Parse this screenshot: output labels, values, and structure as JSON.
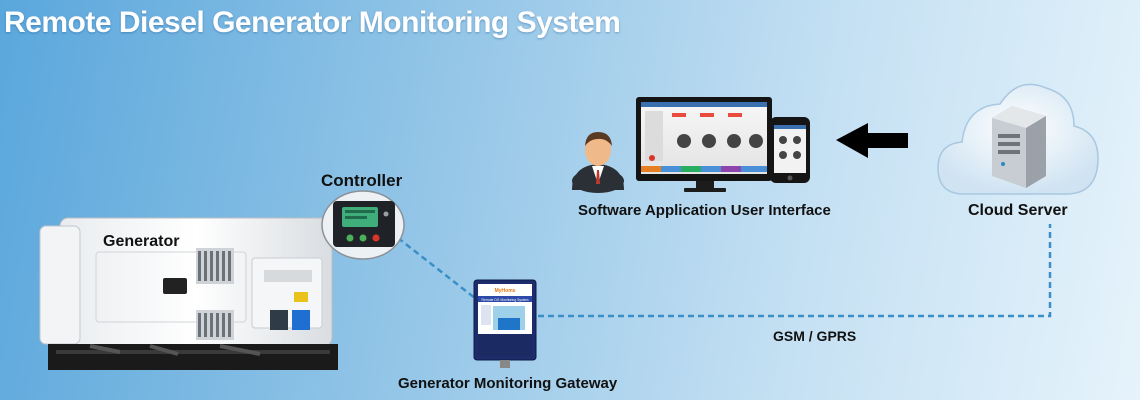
{
  "title": "Remote Diesel Generator Monitoring System",
  "labels": {
    "controller": "Controller",
    "generator": "Generator",
    "software_ui": "Software Application User Interface",
    "cloud_server": "Cloud Server",
    "gsm_gprs": "GSM / GPRS",
    "gateway": "Generator Monitoring Gateway"
  },
  "gateway_device": {
    "brand": "MyHoms",
    "banner": "Remote DG Monitoring System"
  },
  "colors": {
    "link_line": "#3a8fc9",
    "arrow": "#000000",
    "title": "#ffffff"
  },
  "icons": {
    "generator": "diesel-generator-icon",
    "controller": "controller-panel-icon",
    "gateway": "gateway-device-icon",
    "user": "user-avatar-icon",
    "monitor": "desktop-monitor-icon",
    "phone": "smartphone-icon",
    "cloud": "cloud-server-icon",
    "arrow": "arrow-left-icon"
  }
}
